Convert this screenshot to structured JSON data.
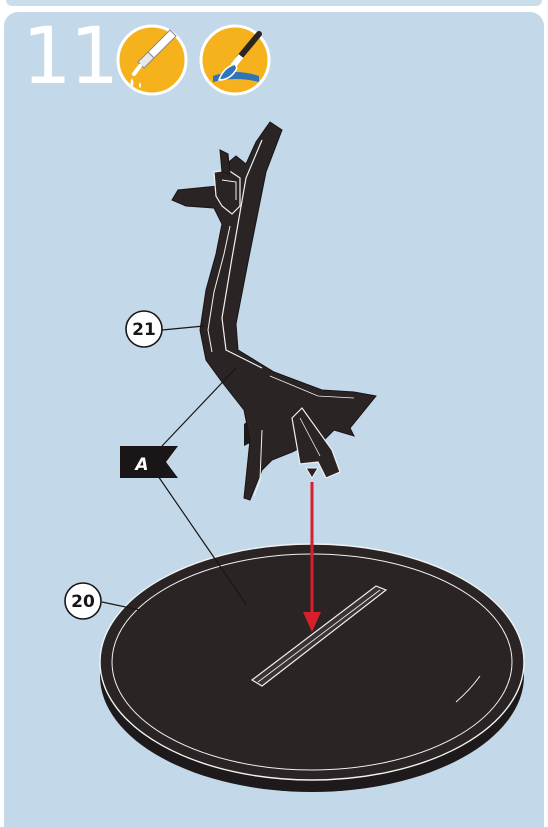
{
  "step": {
    "number": "11"
  },
  "icons": {
    "glue": "glue-tube-icon",
    "paint": "paintbrush-icon"
  },
  "callouts": {
    "part_21": "21",
    "part_20": "20",
    "paint_flag": "A"
  },
  "colors": {
    "panel_background": "#c3d9e9",
    "icon_badge": "#f5b21c",
    "part_fill": "#2a2425",
    "arrow": "#d7202a"
  }
}
